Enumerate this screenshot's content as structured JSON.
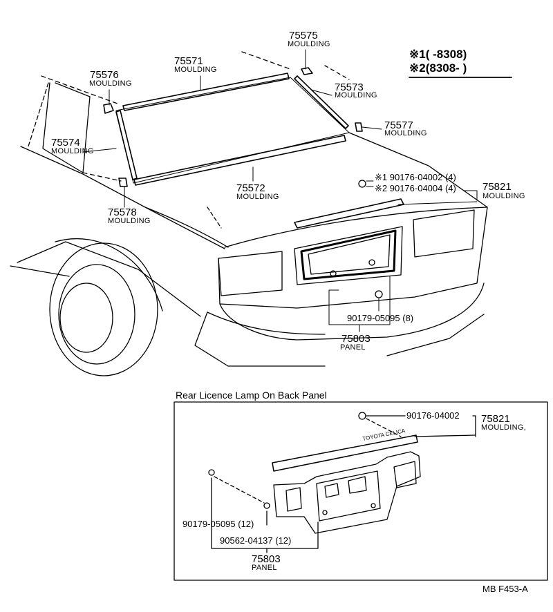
{
  "top_labels": {
    "p75575": {
      "num": "75575",
      "name": "MOULDING"
    },
    "p75571": {
      "num": "75571",
      "name": "MOULDING"
    },
    "p75576": {
      "num": "75576",
      "name": "MOULDING"
    },
    "p75573": {
      "num": "75573",
      "name": "MOULDING"
    },
    "p75577": {
      "num": "75577",
      "name": "MOULDING"
    },
    "p75574": {
      "num": "75574",
      "name": "MOULDING"
    },
    "p75572": {
      "num": "75572",
      "name": "MOULDING"
    },
    "p75578": {
      "num": "75578",
      "name": "MOULDING"
    },
    "p75821": {
      "num": "75821",
      "name": "MOULDING"
    },
    "p75803": {
      "num": "75803",
      "name": "PANEL"
    }
  },
  "notes": {
    "n1": "※1(      -8308)",
    "n2": "※2(8308-      )"
  },
  "fasteners_top": {
    "f1": "※1 90176-04002 (4)",
    "f2": "※2 90176-04004 (4)",
    "f3": "90179-05095 (8)"
  },
  "inset": {
    "title": "Rear Licence Lamp On Back Panel",
    "clip": "90176-04002",
    "moulding_num": "75821",
    "moulding_name": "MOULDING,",
    "bolt1": "90179-05095 (12)",
    "bolt2": "90562-04137 (12)",
    "panel_num": "75803",
    "panel_name": "PANEL",
    "emblem": "TOYOTA CELICA"
  },
  "ref_code": "MB  F453-A"
}
